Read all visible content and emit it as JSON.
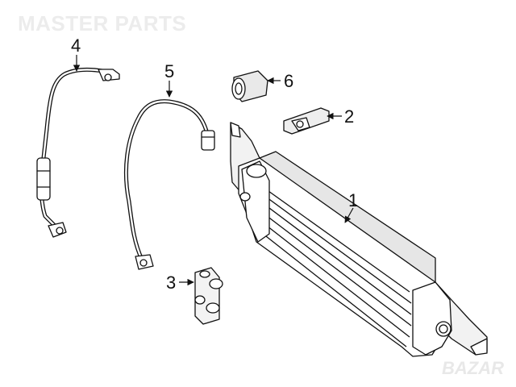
{
  "watermark": "MASTER PARTS",
  "bottom_watermark": "BAZAR",
  "callouts": [
    {
      "id": "1",
      "label": "1"
    },
    {
      "id": "2",
      "label": "2"
    },
    {
      "id": "3",
      "label": "3"
    },
    {
      "id": "4",
      "label": "4"
    },
    {
      "id": "5",
      "label": "5"
    },
    {
      "id": "6",
      "label": "6"
    }
  ],
  "colors": {
    "line": "#111111",
    "fill": "#ffffff",
    "shade": "#e6e6e6",
    "watermark": "#ececec"
  }
}
